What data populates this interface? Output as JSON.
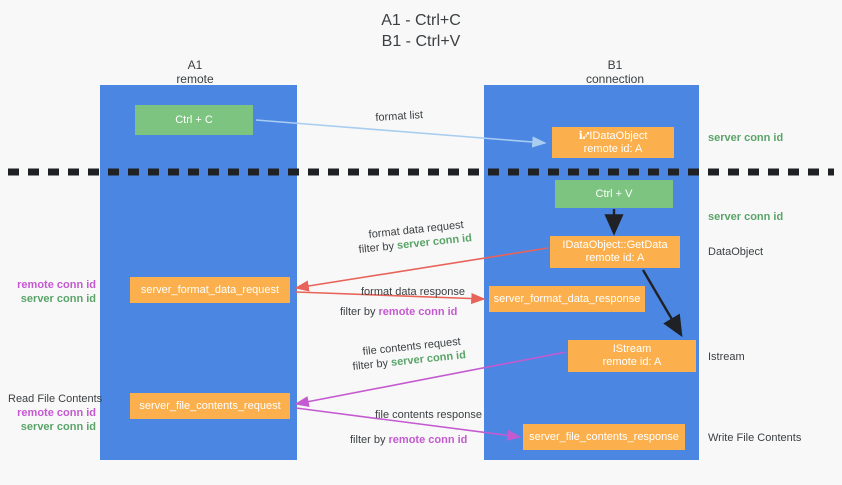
{
  "title": {
    "line1": "A1 - Ctrl+C",
    "line2": "B1 - Ctrl+V"
  },
  "lanes": [
    {
      "name": "A1",
      "subtitle": "remote",
      "color": "#4a86e2"
    },
    {
      "name": "B1",
      "subtitle": "connection",
      "color": "#4a86e2"
    }
  ],
  "colors": {
    "lane": "#4a86e2",
    "green_box": "#7cc47f",
    "orange_box": "#fbb04d",
    "server_conn_id": "#5aa469",
    "remote_conn_id": "#c45ad0",
    "arrow_blue": "#a8cdf0",
    "arrow_red": "#e8645a",
    "arrow_purple": "#c45ad0",
    "arrow_black": "#202124",
    "background": "#f8f8f8",
    "text": "#3c4043"
  },
  "boxes": {
    "ctrl_c": {
      "label": "Ctrl + C"
    },
    "ctrl_v": {
      "label": "Ctrl + V"
    },
    "idataobject": {
      "line1": "ℹ⑇IDataObject",
      "line2": "remote id: A"
    },
    "getdata": {
      "line1": "IDataObject::GetData",
      "line2": "remote id: A"
    },
    "istream": {
      "line1": "IStream",
      "line2": "remote id: A"
    },
    "format_data_request": {
      "label": "server_format_data_request"
    },
    "format_data_response": {
      "label": "server_format_data_response"
    },
    "file_contents_request": {
      "label": "server_file_contents_request"
    },
    "file_contents_response": {
      "label": "server_file_contents_response"
    }
  },
  "side_labels": {
    "server_conn_id_top": "server conn id",
    "server_conn_id_mid": "server conn id",
    "dataobject": "DataObject",
    "istream": "Istream",
    "write_file_contents": "Write File Contents",
    "read_file_contents": "Read File Contents",
    "remote_conn_id": "remote conn id",
    "server_conn_id": "server conn id"
  },
  "arrow_captions": {
    "format_list": "format list",
    "format_data_request": "format data request",
    "filter_by": "filter by",
    "format_data_response": "format data response",
    "file_contents_request": "file contents request",
    "file_contents_response": "file contents response",
    "server_conn_id": "server conn id",
    "remote_conn_id": "remote conn id"
  }
}
